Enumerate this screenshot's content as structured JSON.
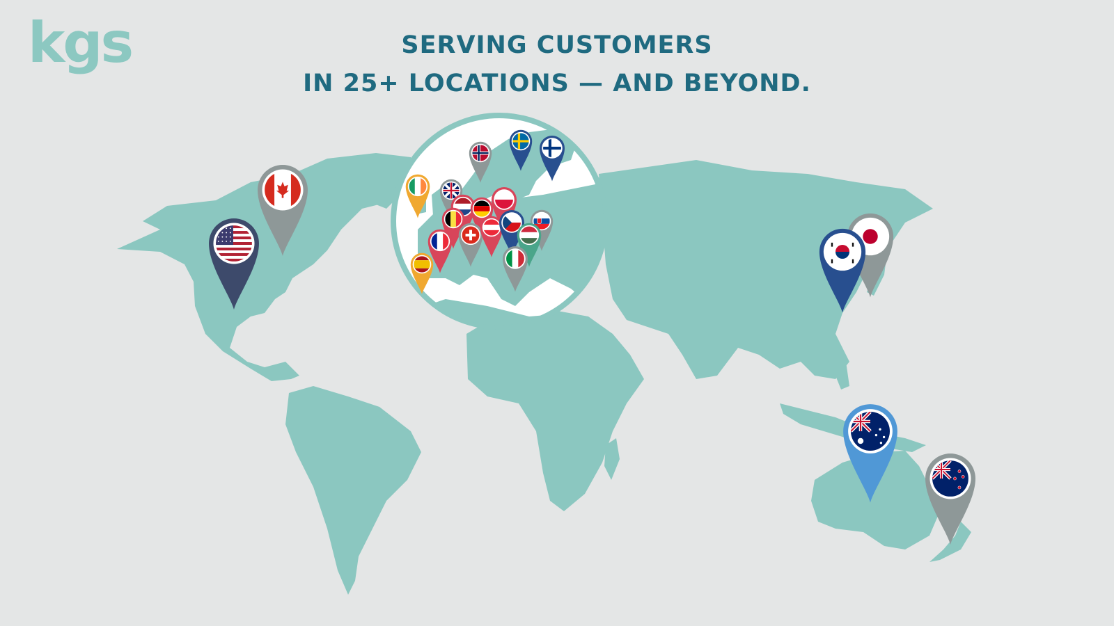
{
  "brand": {
    "logo_text": "kgs",
    "color": "#8cc8c1"
  },
  "headline": {
    "line1": "SERVING CUSTOMERS",
    "line2": "IN 25+ LOCATIONS — AND BEYOND."
  },
  "colors": {
    "background": "#e4e6e6",
    "land": "#8bc7c0",
    "headline": "#1f6a80",
    "inset_fill": "#ffffff",
    "inset_border": "#8bc7c0"
  },
  "map": {
    "inset_region": "Europe",
    "pins": [
      {
        "country": "United States",
        "flag_icon": "flag-us-icon",
        "pin_color": "#3d4a6b"
      },
      {
        "country": "Canada",
        "flag_icon": "flag-ca-icon",
        "pin_color": "#8e9898"
      },
      {
        "country": "Japan",
        "flag_icon": "flag-jp-icon",
        "pin_color": "#8e9898"
      },
      {
        "country": "South Korea",
        "flag_icon": "flag-kr-icon",
        "pin_color": "#284f8f"
      },
      {
        "country": "Australia",
        "flag_icon": "flag-au-icon",
        "pin_color": "#5098d6"
      },
      {
        "country": "New Zealand",
        "flag_icon": "flag-nz-icon",
        "pin_color": "#8e9898"
      },
      {
        "country": "Ireland",
        "flag_icon": "flag-ie-icon",
        "pin_color": "#f0a830"
      },
      {
        "country": "United Kingdom",
        "flag_icon": "flag-gb-icon",
        "pin_color": "#8e9898"
      },
      {
        "country": "Norway",
        "flag_icon": "flag-no-icon",
        "pin_color": "#8e9898"
      },
      {
        "country": "Sweden",
        "flag_icon": "flag-se-icon",
        "pin_color": "#284f8f"
      },
      {
        "country": "Finland",
        "flag_icon": "flag-fi-icon",
        "pin_color": "#284f8f"
      },
      {
        "country": "Netherlands",
        "flag_icon": "flag-nl-icon",
        "pin_color": "#d8455a"
      },
      {
        "country": "Germany",
        "flag_icon": "flag-de-icon",
        "pin_color": "#d8455a"
      },
      {
        "country": "Poland",
        "flag_icon": "flag-pl-icon",
        "pin_color": "#d8455a"
      },
      {
        "country": "Belgium",
        "flag_icon": "flag-be-icon",
        "pin_color": "#d8455a"
      },
      {
        "country": "France",
        "flag_icon": "flag-fr-icon",
        "pin_color": "#d8455a"
      },
      {
        "country": "Switzerland",
        "flag_icon": "flag-ch-icon",
        "pin_color": "#8e9898"
      },
      {
        "country": "Austria",
        "flag_icon": "flag-at-icon",
        "pin_color": "#d8455a"
      },
      {
        "country": "Czech Republic",
        "flag_icon": "flag-cz-icon",
        "pin_color": "#284f8f"
      },
      {
        "country": "Slovakia",
        "flag_icon": "flag-sk-icon",
        "pin_color": "#8e9898"
      },
      {
        "country": "Hungary",
        "flag_icon": "flag-hu-icon",
        "pin_color": "#4aa58a"
      },
      {
        "country": "Italy",
        "flag_icon": "flag-it-icon",
        "pin_color": "#8e9898"
      },
      {
        "country": "Spain",
        "flag_icon": "flag-es-icon",
        "pin_color": "#f0a830"
      }
    ]
  }
}
